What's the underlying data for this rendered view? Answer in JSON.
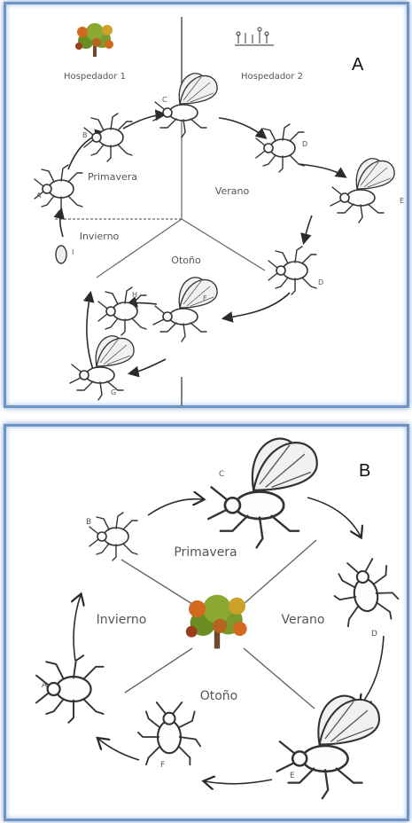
{
  "panel_a": {
    "letter": "A",
    "host1_label": "Hospedador 1",
    "host2_label": "Hospedador 2",
    "seasons": {
      "spring": "Primavera",
      "summer": "Verano",
      "autumn": "Otoño",
      "winter": "Invierno"
    },
    "stages": [
      "A",
      "B",
      "C",
      "D",
      "E",
      "D",
      "F",
      "G",
      "H",
      "I"
    ]
  },
  "panel_b": {
    "letter": "B",
    "seasons": {
      "spring": "Primavera",
      "summer": "Verano",
      "autumn": "Otoño",
      "winter": "Invierno"
    },
    "stages": [
      "A",
      "B",
      "C",
      "D",
      "E",
      "F"
    ]
  },
  "colors": {
    "frame": "#6f93c4",
    "tree_green": "#6b8e23",
    "tree_orange": "#d2691e"
  }
}
